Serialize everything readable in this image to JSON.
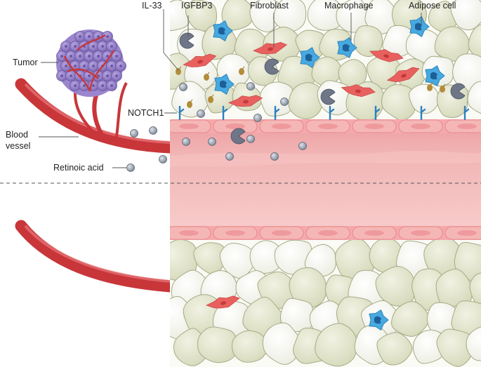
{
  "labels": {
    "il33": "IL-33",
    "igfbp3": "IGFBP3",
    "fibroblast": "Fibroblast",
    "macrophage": "Macrophage",
    "adipose": "Adipose cell",
    "tumor": "Tumor",
    "blood_line1": "Blood",
    "blood_line2": "vessel",
    "notch1": "NOTCH1",
    "retinoic": "Retinoic acid"
  },
  "colors": {
    "adipose_fill": "#e3e6cf",
    "adipose_light": "#f4f5ec",
    "adipose_edge": "#a7ab86",
    "vessel_wall": "#f5b7b5",
    "vessel_lumen": "#f3b9b7",
    "vessel_dark": "#c8363a",
    "tumor": "#8c78c0",
    "macrophage": "#47a9df",
    "fibroblast": "#e8615f",
    "igfbp3": "#6e7688",
    "il33": "#b38c3a",
    "notch1": "#2b7fc0",
    "retinoic": "#8f98a6"
  }
}
